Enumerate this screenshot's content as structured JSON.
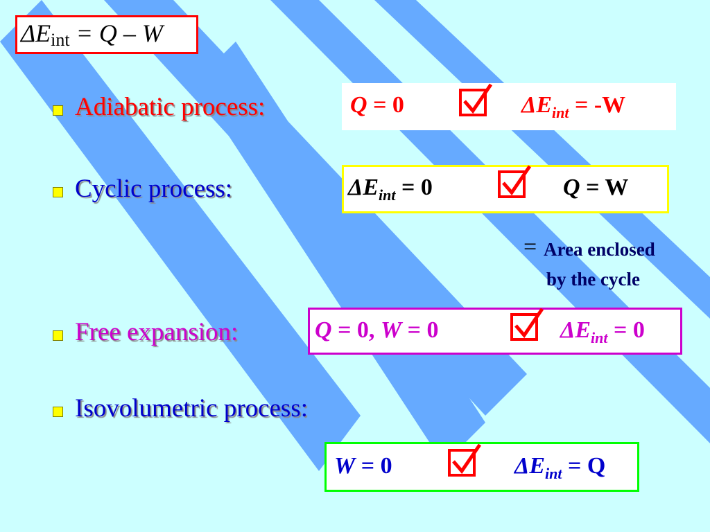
{
  "header_formula": {
    "lhs_symbol": "ΔE",
    "lhs_sub": "int",
    "rhs": "= Q – W"
  },
  "processes": [
    {
      "label": "Adiabatic process:",
      "label_color": "#ff0000",
      "cond": {
        "var": "Q",
        "rest": " = 0"
      },
      "result": {
        "sym": "ΔE",
        "sub": "int",
        "rest": " = -W"
      },
      "box_border": "#ff0000",
      "box_bg": "#ffffff"
    },
    {
      "label": "Cyclic process:",
      "label_color": "#0000cc",
      "cond": {
        "sym": "ΔE",
        "sub": "int",
        "rest": " = 0"
      },
      "result": {
        "var": "Q",
        "rest": " = W"
      },
      "box_border": "#ffff00",
      "box_bg": "#ffffff"
    },
    {
      "label": "Free expansion:",
      "label_color": "#cc00cc",
      "cond": {
        "var1": "Q",
        "rest1": " = 0, ",
        "var2": "W",
        "rest2": " = 0"
      },
      "result": {
        "sym": "ΔE",
        "sub": "int",
        "rest": " = 0"
      },
      "box_border": "#cc00cc",
      "box_bg": "#ffffff"
    },
    {
      "label": "Isovolumetric process:",
      "label_color": "#0000cc",
      "cond": {
        "var": "W",
        "rest": " = 0"
      },
      "result": {
        "sym": "ΔE",
        "sub": "int",
        "rest": " = Q"
      },
      "box_border": "#00ff00",
      "box_bg": "#ffffff"
    }
  ],
  "annotation": {
    "equals": "=",
    "line1": "Area enclosed",
    "line2": "by the cycle"
  },
  "colors": {
    "background": "#ccffff",
    "stripe": "#66aaff",
    "bullet": "#ffff00",
    "check": "#ff0000"
  },
  "icons": {
    "check": "checkbox-checked-icon",
    "bullet": "square-bullet-icon"
  }
}
